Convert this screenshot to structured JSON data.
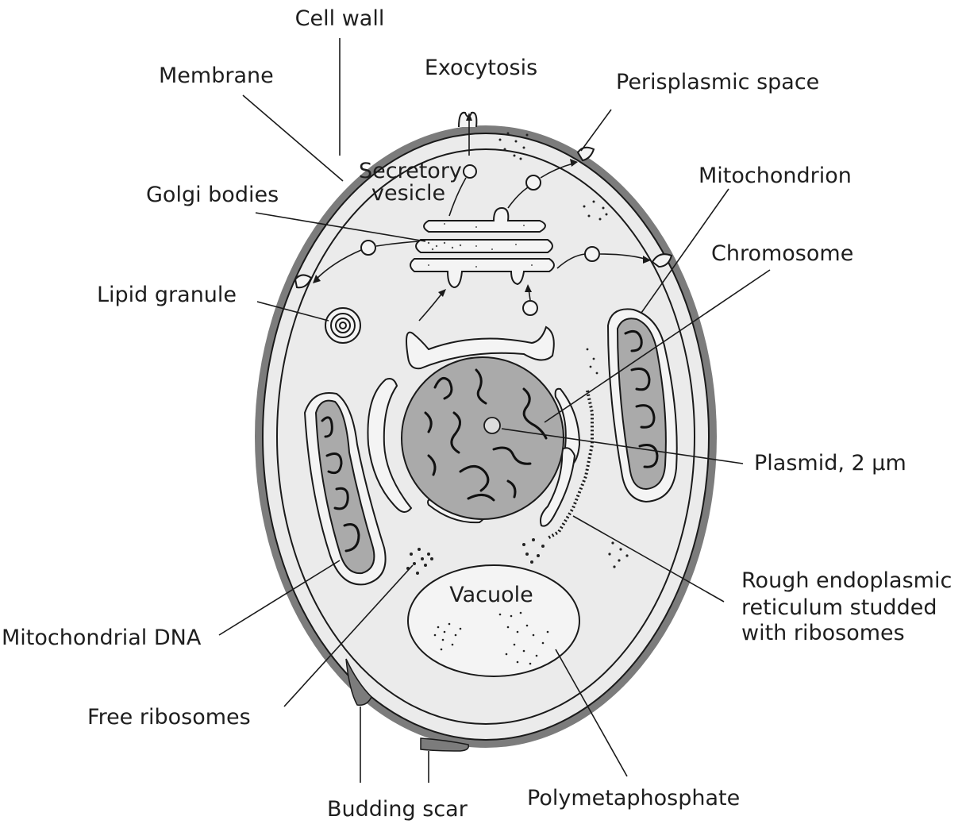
{
  "labels": {
    "cell_wall": "Cell wall",
    "membrane": "Membrane",
    "exocytosis": "Exocytosis",
    "periplasmic_space": "Perisplasmic space",
    "secretory_vesicle_line1": "Secretory",
    "secretory_vesicle_line2": "vesicle",
    "golgi_bodies": "Golgi bodies",
    "mitochondrion": "Mitochondrion",
    "chromosome": "Chromosome",
    "lipid_granule": "Lipid granule",
    "plasmid": "Plasmid, 2 μm",
    "rough_er_line1": "Rough endoplasmic",
    "rough_er_line2": "reticulum studded",
    "rough_er_line3": "with ribosomes",
    "vacuole": "Vacuole",
    "mitochondrial_dna": "Mitochondrial DNA",
    "free_ribosomes": "Free ribosomes",
    "budding_scar": "Budding scar",
    "polymetaphosphate": "Polymetaphosphate"
  },
  "colors": {
    "cell_wall": "#7c7c7c",
    "cytoplasm": "#ebebeb",
    "organelle_fill": "#f4f4f4",
    "dense_fill": "#aaaaaa",
    "line": "#1a1a1a"
  }
}
